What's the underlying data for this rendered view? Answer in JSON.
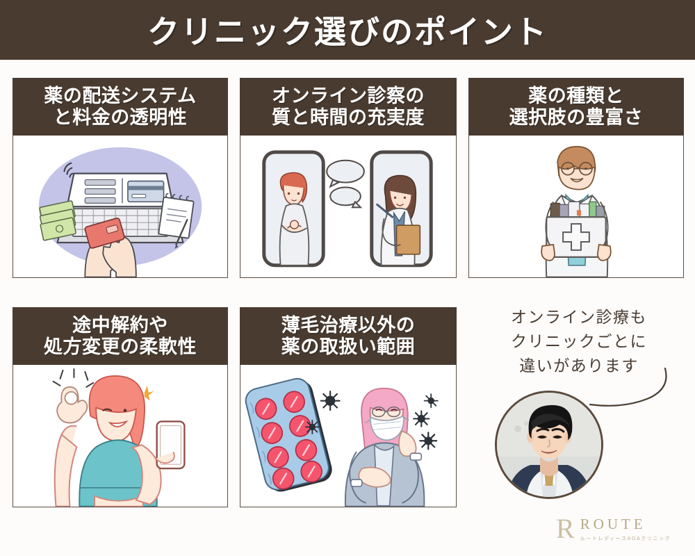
{
  "header": {
    "title": "クリニック選びのポイント"
  },
  "colors": {
    "brand_dark_brown": "#493b30",
    "card_border": "#5b4c40",
    "page_background": "#fdfcfb",
    "logo_gold": "#b6a884",
    "quote_text": "#4a3d32"
  },
  "cards": [
    {
      "id": "delivery-and-pricing",
      "title_lines": [
        "薬の配送システム",
        "と料金の透明性"
      ],
      "illustration": "laptop-online-payment-illustration"
    },
    {
      "id": "online-consultation-quality",
      "title_lines": [
        "オンライン診察の",
        "質と時間の充実度"
      ],
      "illustration": "smartphone-video-consultation-illustration"
    },
    {
      "id": "medicine-variety",
      "title_lines": [
        "薬の種類と",
        "選択肢の豊富さ"
      ],
      "illustration": "doctor-holding-medicine-box-illustration"
    },
    {
      "id": "cancellation-flexibility",
      "title_lines": [
        "途中解約や",
        "処方変更の柔軟性"
      ],
      "illustration": "woman-ok-sign-smartphone-illustration"
    },
    {
      "id": "non-hairloss-medicine-range",
      "title_lines": [
        "薄毛治療以外の",
        "薬の取扱い範囲"
      ],
      "illustration": "pill-sheet-and-masked-woman-illustration"
    }
  ],
  "quote": {
    "lines": [
      "オンライン診療も",
      "クリニックごとに",
      "違いがあります"
    ],
    "speaker": "doctor-portrait"
  },
  "logo": {
    "mark": "R",
    "name": "ROUTE",
    "subtitle": "ルートレディースAGAクリニック"
  }
}
